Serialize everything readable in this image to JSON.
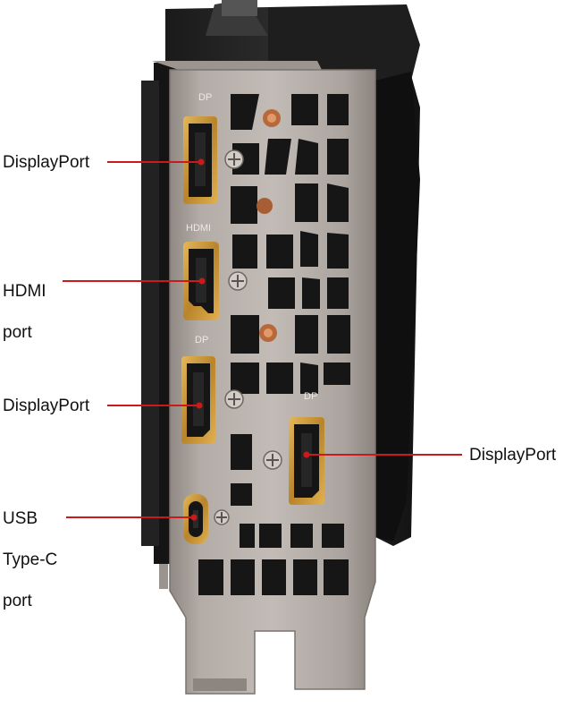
{
  "callouts": {
    "dp_top": "DisplayPort",
    "hdmi": [
      "HDMI",
      "port"
    ],
    "dp_middle": "DisplayPort",
    "dp_right": "DisplayPort",
    "usbc": [
      "USB",
      "Type-C",
      "port"
    ]
  },
  "colors": {
    "leader_line": "#cc1a1a",
    "bracket_metal": "#a9a29d",
    "port_gold": "#c9962e",
    "port_black": "#151515"
  }
}
